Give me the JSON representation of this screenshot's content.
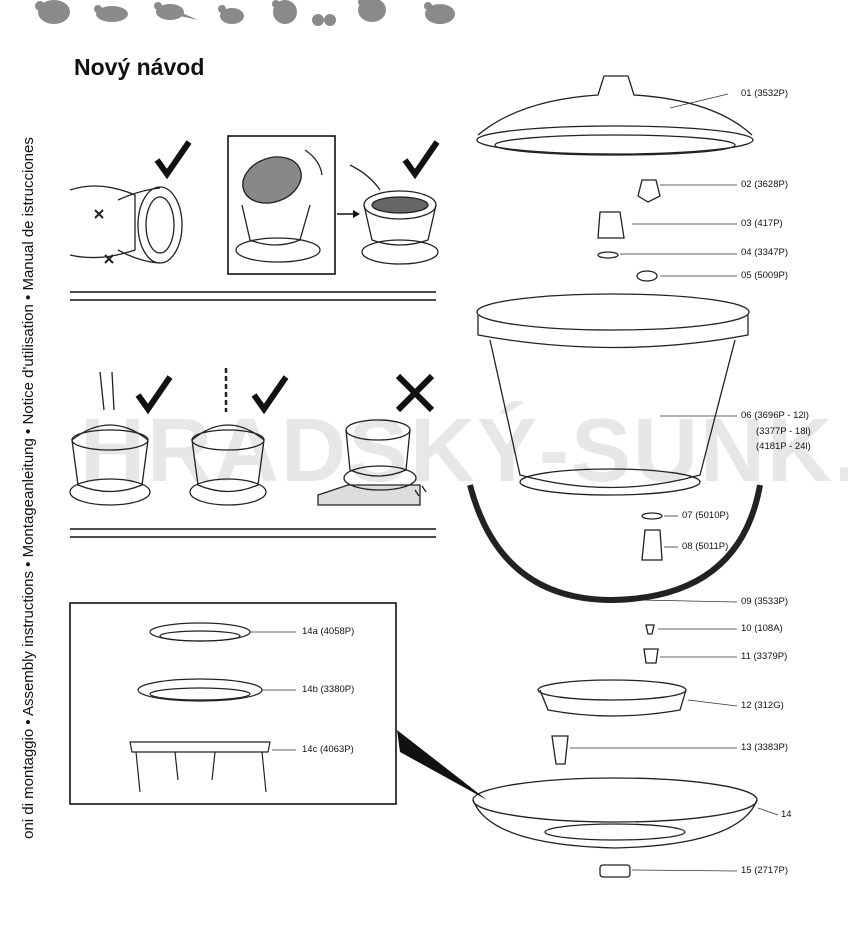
{
  "document": {
    "title": "Nový návod",
    "side_text": "oni di montaggio • Assembly instructions • Montageanleitung • Notice d'utilisation • Manual de istrucciones",
    "watermark": "HRADSKÝ-SUNK.cz"
  },
  "icons": [
    "turkey-icon",
    "quail-icon",
    "pheasant-icon",
    "partridge-icon",
    "hen-icon",
    "chicks-icon",
    "rooster-icon",
    "guinea-fowl-icon"
  ],
  "parts": [
    {
      "id": "01",
      "label": "01 (3532P)"
    },
    {
      "id": "02",
      "label": "02 (3628P)"
    },
    {
      "id": "03",
      "label": "03 (417P)"
    },
    {
      "id": "04",
      "label": "04 (3347P)"
    },
    {
      "id": "05",
      "label": "05 (5009P)"
    },
    {
      "id": "06",
      "label": "06 (3696P - 12l)"
    },
    {
      "id": "06b",
      "label": "(3377P - 18l)"
    },
    {
      "id": "06c",
      "label": "(4181P - 24l)"
    },
    {
      "id": "07",
      "label": "07 (5010P)"
    },
    {
      "id": "08",
      "label": "08 (5011P)"
    },
    {
      "id": "09",
      "label": "09 (3533P)"
    },
    {
      "id": "10",
      "label": "10 (108A)"
    },
    {
      "id": "11",
      "label": "11 (3379P)"
    },
    {
      "id": "12",
      "label": "12 (312G)"
    },
    {
      "id": "13",
      "label": "13 (3383P)"
    },
    {
      "id": "14",
      "label": "14"
    },
    {
      "id": "15",
      "label": "15 (2717P)"
    }
  ],
  "options": [
    {
      "id": "14a",
      "label": "14a (4058P)"
    },
    {
      "id": "14b",
      "label": "14b (3380P)"
    },
    {
      "id": "14c",
      "label": "14c (4063P)"
    }
  ],
  "marks": {
    "ok": "✓",
    "wrong": "✗"
  }
}
